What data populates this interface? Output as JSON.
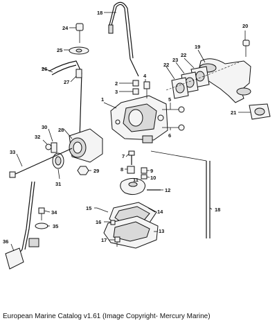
{
  "diagram": {
    "title": "",
    "callouts": {
      "c1": "1",
      "c2": "2",
      "c3": "3",
      "c4": "4",
      "c5": "5",
      "c6": "6",
      "c7": "7",
      "c8": "8",
      "c9": "9",
      "c10": "10",
      "c11": "11",
      "c12": "12",
      "c13": "13",
      "c14": "14",
      "c15": "15",
      "c16": "16",
      "c17": "17",
      "c18a": "18",
      "c18b": "18",
      "c19": "19",
      "c20": "20",
      "c21": "21",
      "c22a": "22",
      "c22b": "22",
      "c23": "23",
      "c24": "24",
      "c25": "25",
      "c26": "26",
      "c27": "27",
      "c28": "28",
      "c29": "29",
      "c30": "30",
      "c31": "31",
      "c32": "32",
      "c33": "33",
      "c34": "34",
      "c35": "35",
      "c36": "36"
    }
  },
  "footer": {
    "copyright": "European Marine Catalog v1.61 (Image Copyright- Mercury Marine)"
  }
}
